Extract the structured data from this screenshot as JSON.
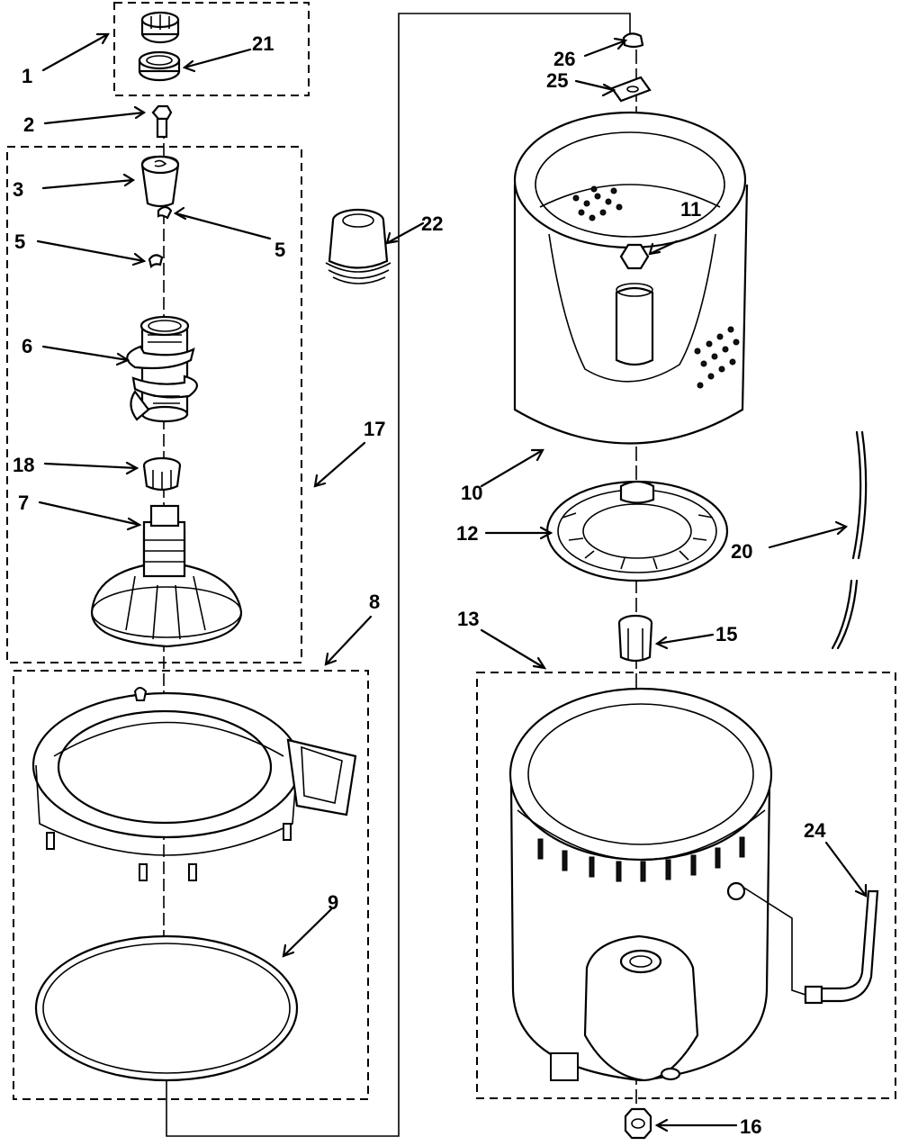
{
  "callouts": [
    {
      "id": "c1",
      "text": "1"
    },
    {
      "id": "c21",
      "text": "21"
    },
    {
      "id": "c2",
      "text": "2"
    },
    {
      "id": "c3",
      "text": "3"
    },
    {
      "id": "c5a",
      "text": "5"
    },
    {
      "id": "c5b",
      "text": "5"
    },
    {
      "id": "c6",
      "text": "6"
    },
    {
      "id": "c18",
      "text": "18"
    },
    {
      "id": "c7",
      "text": "7"
    },
    {
      "id": "c17",
      "text": "17"
    },
    {
      "id": "c22",
      "text": "22"
    },
    {
      "id": "c8",
      "text": "8"
    },
    {
      "id": "c9",
      "text": "9"
    },
    {
      "id": "c26",
      "text": "26"
    },
    {
      "id": "c25",
      "text": "25"
    },
    {
      "id": "c11",
      "text": "11"
    },
    {
      "id": "c10",
      "text": "10"
    },
    {
      "id": "c12",
      "text": "12"
    },
    {
      "id": "c20",
      "text": "20"
    },
    {
      "id": "c15",
      "text": "15"
    },
    {
      "id": "c13",
      "text": "13"
    },
    {
      "id": "c24",
      "text": "24"
    },
    {
      "id": "c16",
      "text": "16"
    }
  ]
}
